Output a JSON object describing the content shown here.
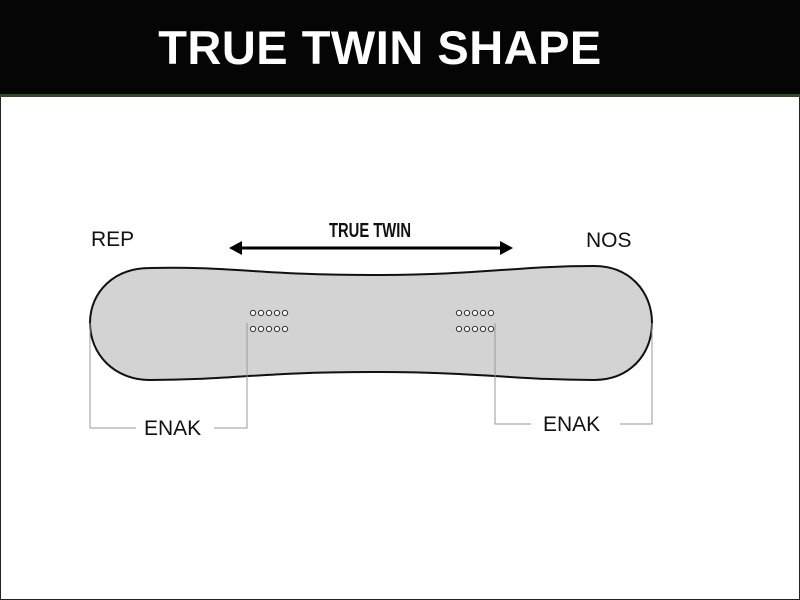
{
  "header": {
    "title": "TRUE TWIN SHAPE"
  },
  "diagram": {
    "arrow_label": "TRUE TWIN",
    "tail_label": "REP",
    "nose_label": "NOS",
    "left_edge_label": "ENAK",
    "right_edge_label": "ENAK"
  },
  "colors": {
    "header_bg": "#050505",
    "header_text": "#ffffff",
    "board_fill": "#d3d3d3",
    "outline": "#111111",
    "leader_lines": "#999999"
  }
}
